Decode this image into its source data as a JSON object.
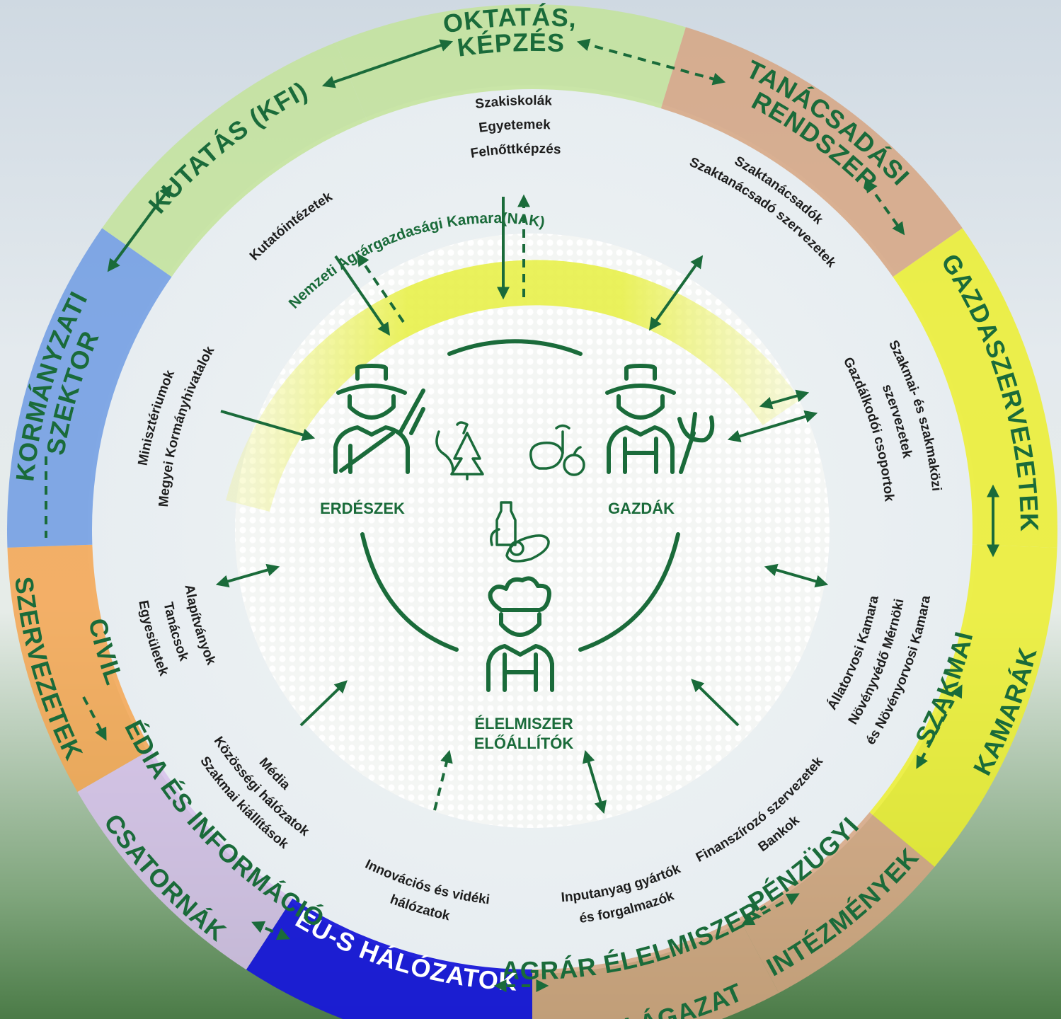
{
  "colors": {
    "dark_green": "#1a6b3a",
    "light_green": "#c3e39a",
    "tan": "#d6a581",
    "yellow": "#ecef2e",
    "blue": "#6f9be3",
    "orange": "#f5a450",
    "lavender": "#d7c1ec",
    "eu_blue": "#1818d8"
  },
  "segments": [
    {
      "id": "oktatas",
      "lines": [
        "OKTATÁS,",
        "KÉPZÉS"
      ],
      "color": "#c3e39a",
      "text_color": "#1a6b3a"
    },
    {
      "id": "tanacsadasi",
      "lines": [
        "TANÁCSADÁSI",
        "RENDSZER"
      ],
      "color": "#d6a581",
      "text_color": "#1a6b3a"
    },
    {
      "id": "gazdaszervezetek",
      "lines": [
        "GAZDASZERVEZETEK"
      ],
      "color": "#ecef2e",
      "text_color": "#1a6b3a"
    },
    {
      "id": "szakmai_kamarak",
      "lines": [
        "SZAKMAI",
        "KAMARÁK"
      ],
      "color": "#ecef2e",
      "text_color": "#1a6b3a"
    },
    {
      "id": "penzugyi",
      "lines": [
        "PÉNZÜGYI",
        "INTÉZMÉNYEK"
      ],
      "color": "#d6a581",
      "text_color": "#1a6b3a"
    },
    {
      "id": "agrar",
      "lines": [
        "AGRÁR ÉLELMISZER-",
        "IPARI ÁGAZAT"
      ],
      "color": "#d6a581",
      "text_color": "#1a6b3a"
    },
    {
      "id": "eu",
      "lines": [
        "EU-S HÁLÓZATOK"
      ],
      "color": "#1818d8",
      "text_color": "#ffffff"
    },
    {
      "id": "media",
      "lines": [
        "MÉDIA ÉS INFORMÁCIÓS",
        "CSATORNÁK"
      ],
      "color": "#d7c1ec",
      "text_color": "#1a6b3a"
    },
    {
      "id": "civil",
      "lines": [
        "CIVIL",
        "SZERVEZETEK"
      ],
      "color": "#f5a450",
      "text_color": "#1a6b3a"
    },
    {
      "id": "kormanyzati",
      "lines": [
        "KORMÁNYZATI",
        "SZEKTOR"
      ],
      "color": "#6f9be3",
      "text_color": "#1a6b3a"
    },
    {
      "id": "kutatas",
      "lines": [
        "KUTATÁS (KFI)"
      ],
      "color": "#c3e39a",
      "text_color": "#1a6b3a"
    }
  ],
  "inner_texts": {
    "oktatas": [
      "Szakiskolák",
      "Egyetemek",
      "Felnőttképzés"
    ],
    "tanacsadasi": [
      "Szaktanácsadók",
      "Szaktanácsadó szervezetek"
    ],
    "gazdaszervezetek": [
      "Szakmai- és szakmaközi",
      "szervezetek",
      "Gazdálkodói csoportok"
    ],
    "szakmai_kamarak": [
      "Állatorvosi Kamara",
      "Növényvédő Mérnöki",
      "és Növényorvosi Kamara"
    ],
    "penzugyi": [
      "Finanszírozó szervezetek",
      "Bankok"
    ],
    "agrar": [
      "Inputanyag gyártók",
      "és forgalmazók"
    ],
    "eu": [
      "Innovációs és vidéki",
      "hálózatok"
    ],
    "media": [
      "Média",
      "Közösségi hálózatok",
      "Szakmai kiállítások"
    ],
    "civil": [
      "Alapítványok",
      "Tanácsok",
      "Egyesületek"
    ],
    "kormanyzati": [
      "Minisztériumok",
      "Megyei Kormányhivatalok"
    ],
    "kutatas": [
      "Kutatóintézetek"
    ]
  },
  "nak_label": "Nemzeti Agrárgazdasági Kamara(NAK)",
  "actors": {
    "erdeszek": "ERDÉSZEK",
    "gazdak": "GAZDÁK",
    "elelmiszer": [
      "ÉLELMISZER",
      "ELŐÁLLÍTÓK"
    ]
  },
  "icons": [
    "forester-icon",
    "farmer-icon",
    "food-producer-icon",
    "forest-icon",
    "farm-produce-icon",
    "food-products-icon"
  ]
}
